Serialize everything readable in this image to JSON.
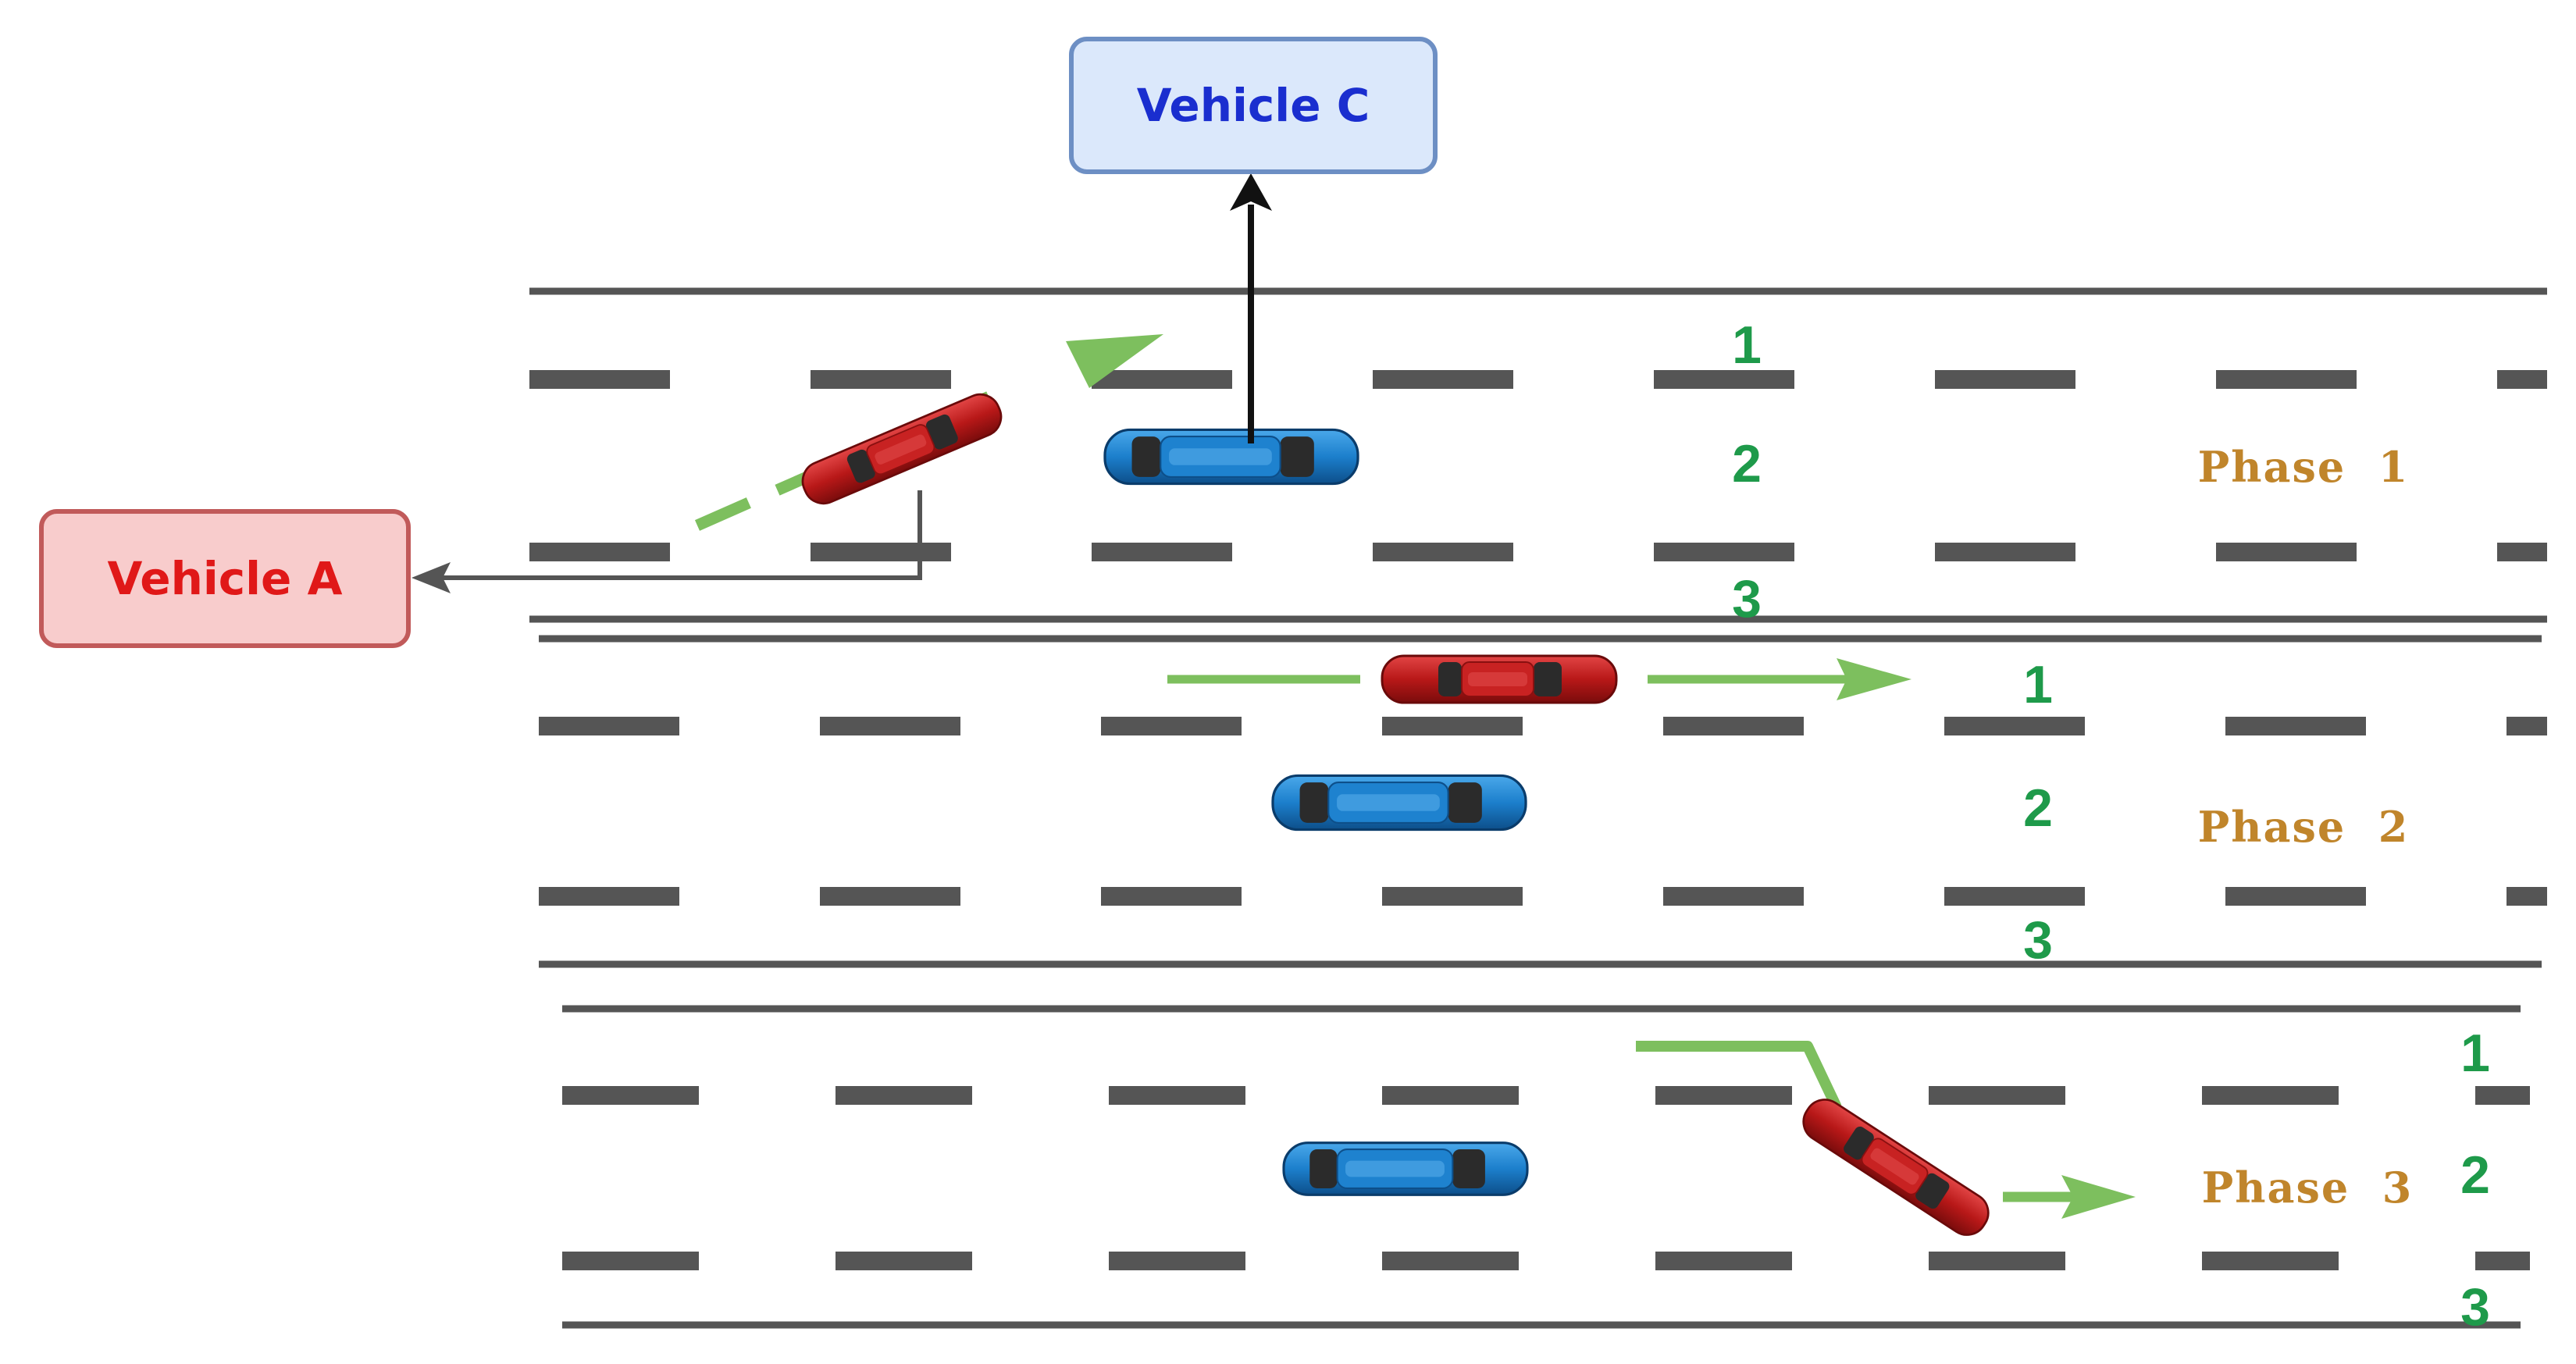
{
  "vehicle_c": {
    "label": "Vehicle C",
    "fill": "#dbe8fb",
    "stroke": "#6d8fc4",
    "text_color": "#1a2ecf"
  },
  "vehicle_a": {
    "label": "Vehicle A",
    "fill": "#f8cccc",
    "stroke": "#c15a5a",
    "text_color": "#e01818"
  },
  "colors": {
    "road": "#555555",
    "lane_number": "#1e9a4a",
    "phase_label": "#c0852b",
    "path_arrow": "#7dbf5e",
    "red_car": "#c31f1f",
    "blue_car": "#1f86d4"
  },
  "phases": [
    {
      "label": "Phase  1",
      "lanes": [
        "1",
        "2",
        "3"
      ]
    },
    {
      "label": "Phase  2",
      "lanes": [
        "1",
        "2",
        "3"
      ]
    },
    {
      "label": "Phase  3",
      "lanes": [
        "1",
        "2",
        "3"
      ]
    }
  ]
}
